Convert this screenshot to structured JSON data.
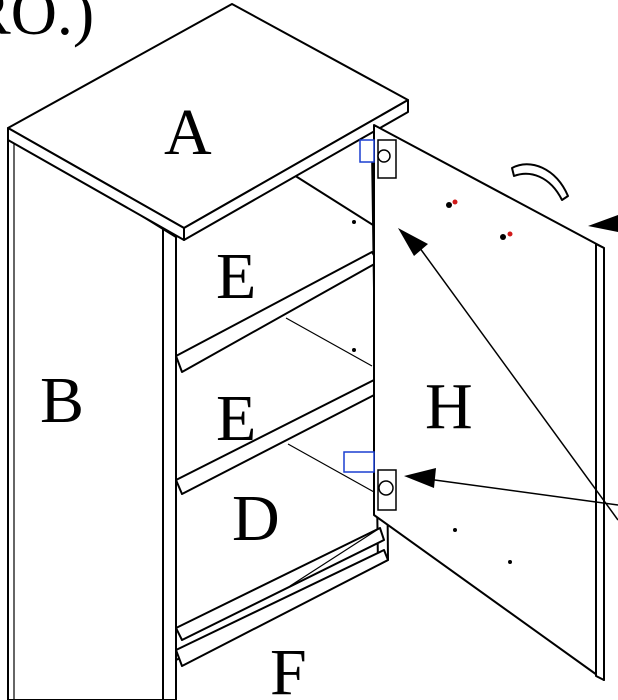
{
  "header_text": "RO.)",
  "labels": {
    "top_panel": "A",
    "side_panel": "B",
    "upper_shelf": "E",
    "middle_shelf": "E",
    "bottom_shelf": "D",
    "base_panel": "F",
    "door": "H"
  },
  "colors": {
    "line": "#000000",
    "background": "#ffffff",
    "hinge_accent": "#1a3fd1",
    "screw_accent": "#d11a1a"
  }
}
